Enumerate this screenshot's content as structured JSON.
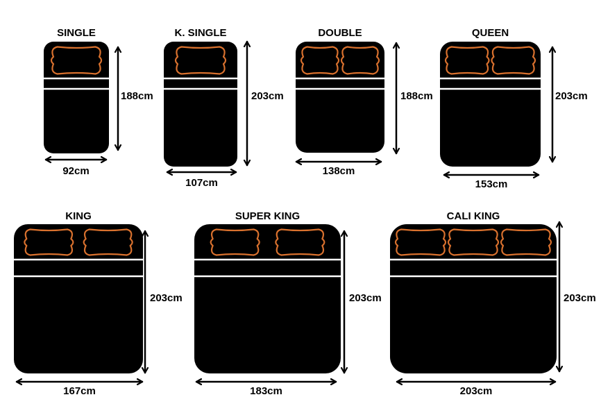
{
  "beds": [
    {
      "id": "single",
      "name": "SINGLE",
      "width": "92cm",
      "length": "188cm",
      "pillows": 1
    },
    {
      "id": "k-single",
      "name": "K. SINGLE",
      "width": "107cm",
      "length": "203cm",
      "pillows": 1
    },
    {
      "id": "double",
      "name": "DOUBLE",
      "width": "138cm",
      "length": "188cm",
      "pillows": 2
    },
    {
      "id": "queen",
      "name": "QUEEN",
      "width": "153cm",
      "length": "203cm",
      "pillows": 2
    },
    {
      "id": "king",
      "name": "KING",
      "width": "167cm",
      "length": "203cm",
      "pillows": 2
    },
    {
      "id": "super-king",
      "name": "SUPER KING",
      "width": "183cm",
      "length": "203cm",
      "pillows": 2
    },
    {
      "id": "cali-king",
      "name": "CALI KING",
      "width": "203cm",
      "length": "203cm",
      "pillows": 3
    }
  ],
  "colors": {
    "bed": "#000000",
    "pillow_outline": "#d9712e",
    "band": "#ffffff"
  }
}
